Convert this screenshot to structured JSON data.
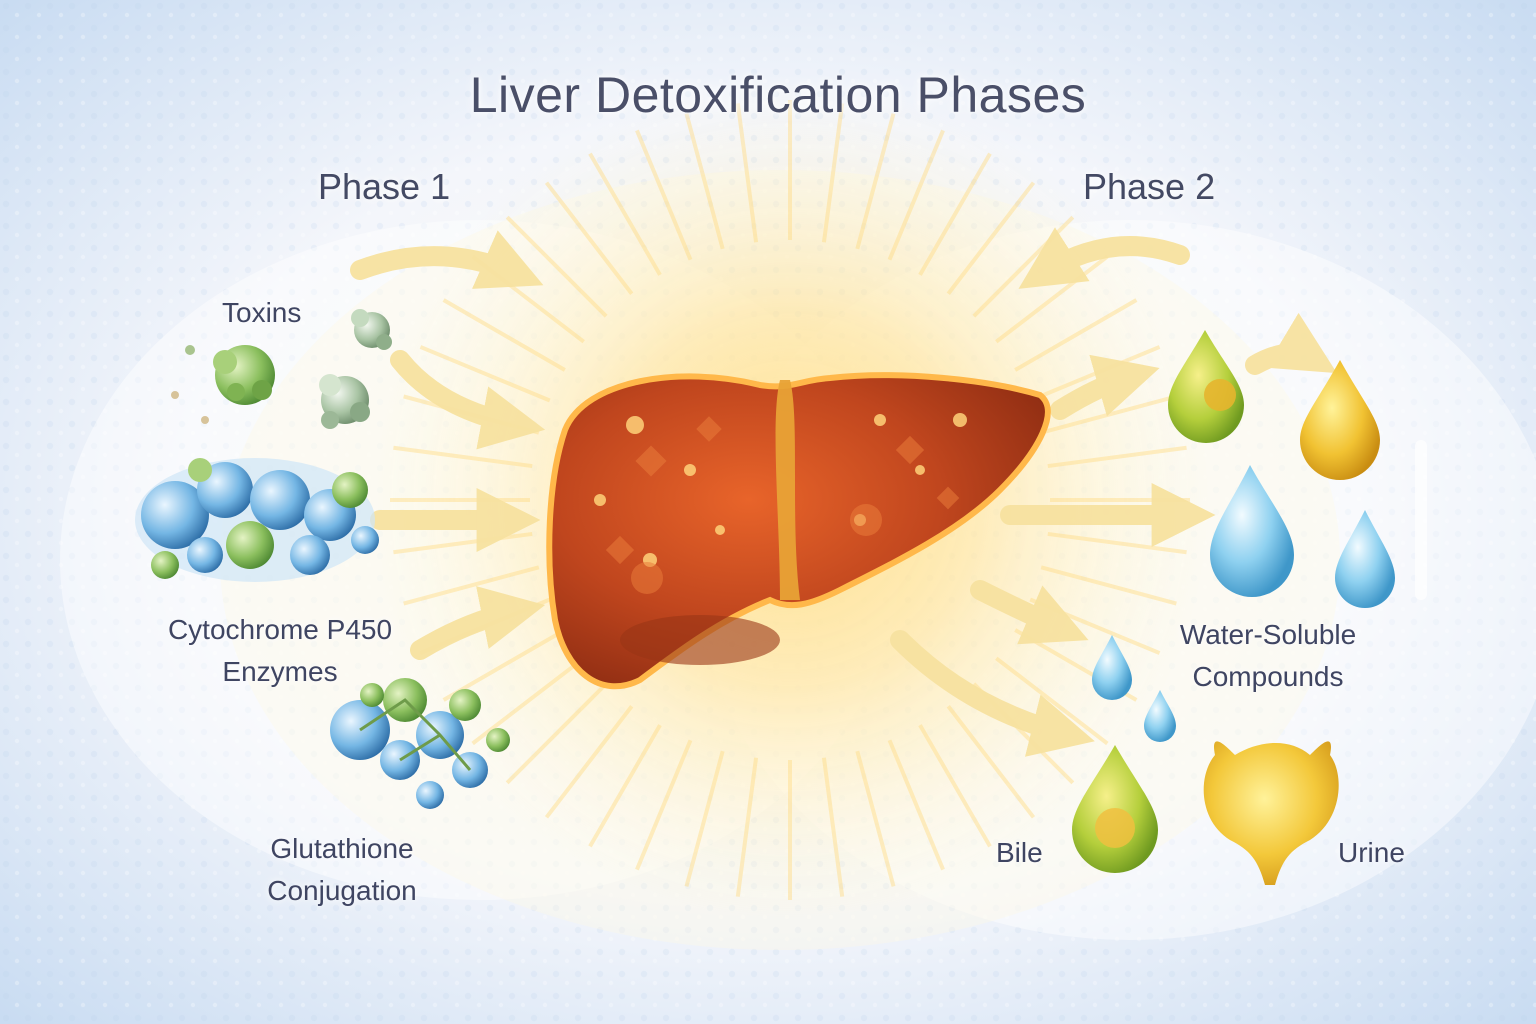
{
  "title": "Liver Detoxification Phases",
  "phases": {
    "phase1": "Phase 1",
    "phase2": "Phase 2"
  },
  "inputs": {
    "toxins": "Toxins",
    "cytochrome_line1": "Cytochrome P450",
    "cytochrome_line2": "Enzymes",
    "glutathione_line1": "Glutathione",
    "glutathione_line2": "Conjugation"
  },
  "outputs": {
    "water_soluble_line1": "Water-Soluble",
    "water_soluble_line2": "Compounds",
    "bile": "Bile",
    "urine": "Urine"
  },
  "colors": {
    "liver": "#c0461e",
    "liver_glow": "#ffb84a",
    "arrow": "#f7e7a8",
    "molecule_green": "#8bbf5e",
    "molecule_blue": "#5fa3d8",
    "droplet_yellow": "#f1c232",
    "droplet_blue": "#7cc6ea",
    "text": "#3f4562",
    "background": "#e8f0fa"
  }
}
